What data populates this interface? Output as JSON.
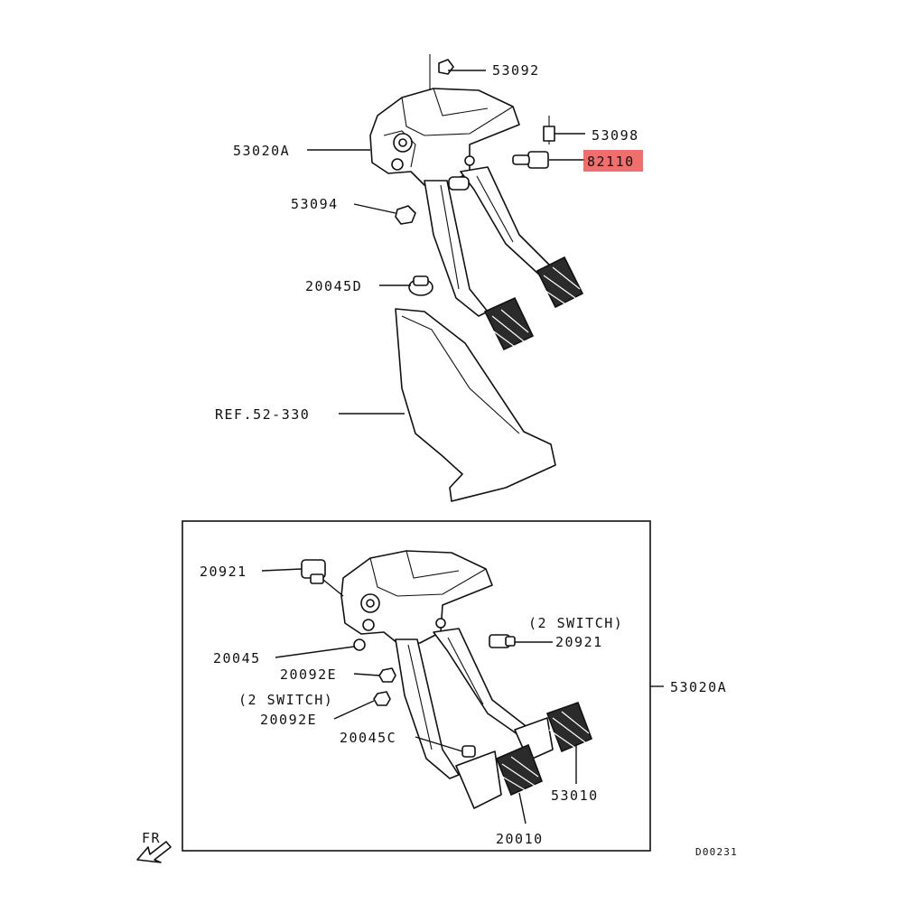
{
  "highlight_color": "#ee5555",
  "labels": {
    "top_bolt": "53092",
    "bracket_top": "53020A",
    "bolt_right": "53098",
    "stop_switch": "82110",
    "nut_left": "53094",
    "stopper_top": "20045D",
    "ref": "REF.52-330",
    "switch_20921_left": "20921",
    "switch_note_right": "(2 SWITCH)",
    "switch_20921_right": "20921",
    "bracket_bottom": "53020A",
    "stopper_20045": "20045",
    "nut_20092e_a": "20092E",
    "switch_note_left": "(2 SWITCH)",
    "nut_20092e_b": "20092E",
    "stopper_20045c": "20045C",
    "pad_53010": "53010",
    "pad_20010": "20010",
    "front_indicator": "FR",
    "diagram_code": "D00231"
  },
  "icons": {
    "front_arrow": "front-direction-arrow-icon"
  }
}
